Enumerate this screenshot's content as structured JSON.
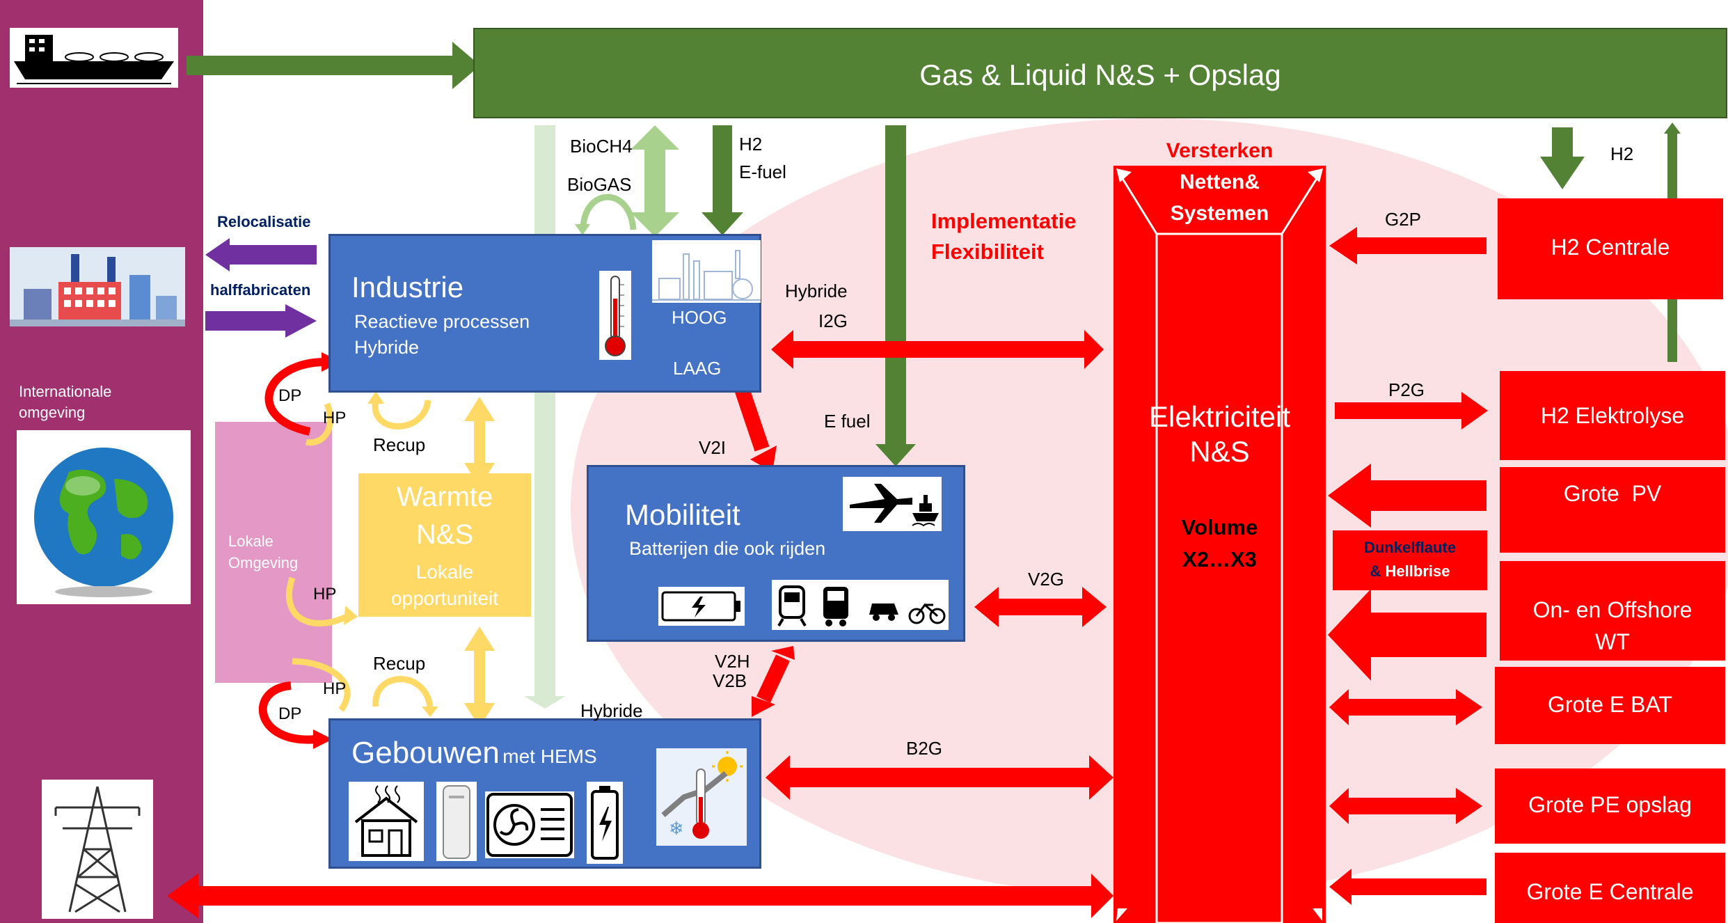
{
  "colors": {
    "left_panel": "#a0306e",
    "gas_green": "#548235",
    "light_green": "#a9d18e",
    "pale_green": "#d9ead3",
    "blue_box": "#4472c4",
    "red": "#ff0000",
    "yellow": "#ffd966",
    "pink": "#e398c5",
    "purple": "#7030a0",
    "pink_oval": "#fbe1e4",
    "navy": "#002060"
  },
  "gas": {
    "title": "Gas & Liquid N&S + Opslag"
  },
  "labels": {
    "bioch4": "BioCH4",
    "biogas": "BioGAS",
    "h2_efuel": [
      "H2",
      "E-fuel"
    ],
    "h2_right": "H2",
    "relocalisatie": "Relocalisatie",
    "halffabricaten": "halffabricaten",
    "internationale": [
      "Internationale",
      "omgeving"
    ],
    "lokale": [
      "Lokale",
      "Omgeving"
    ],
    "dp": "DP",
    "hp": "HP",
    "recup": "Recup",
    "hybride": "Hybride",
    "i2g": "I2G",
    "e_fuel": "E fuel",
    "v2i": "V2I",
    "v2g": "V2G",
    "v2h": "V2H",
    "v2b": "V2B",
    "b2g": "B2G",
    "g2p": "G2P",
    "p2g": "P2G",
    "implementatie": [
      "Implementatie",
      "Flexibiliteit"
    ],
    "versterken": [
      "Versterken",
      "Netten&",
      "Systemen"
    ]
  },
  "industrie": {
    "title": "Industrie",
    "sub1": "Reactieve processen",
    "sub2": "Hybride",
    "hoog": "HOOG",
    "laag": "LAAG"
  },
  "warmte": {
    "title1": "Warmte",
    "title2": "N&S",
    "sub1": "Lokale",
    "sub2": "opportuniteit"
  },
  "mobiliteit": {
    "title": "Mobiliteit",
    "sub": "Batterijen die ook rijden"
  },
  "gebouwen": {
    "title": "Gebouwen",
    "suffix": "met HEMS"
  },
  "elektriciteit": {
    "title1": "Elektriciteit",
    "title2": "N&S",
    "vol1": "Volume",
    "vol2": "X2…X3"
  },
  "dunkel": {
    "line1": "Dunkelflaute",
    "amp": "& ",
    "line2": "Hellbrise"
  },
  "right_boxes": [
    "H2 Centrale",
    "H2 Elektrolyse",
    "Grote  PV",
    "On- en Offshore",
    "WT",
    "Grote E BAT",
    "Grote PE opslag",
    "Grote E Centrale"
  ]
}
